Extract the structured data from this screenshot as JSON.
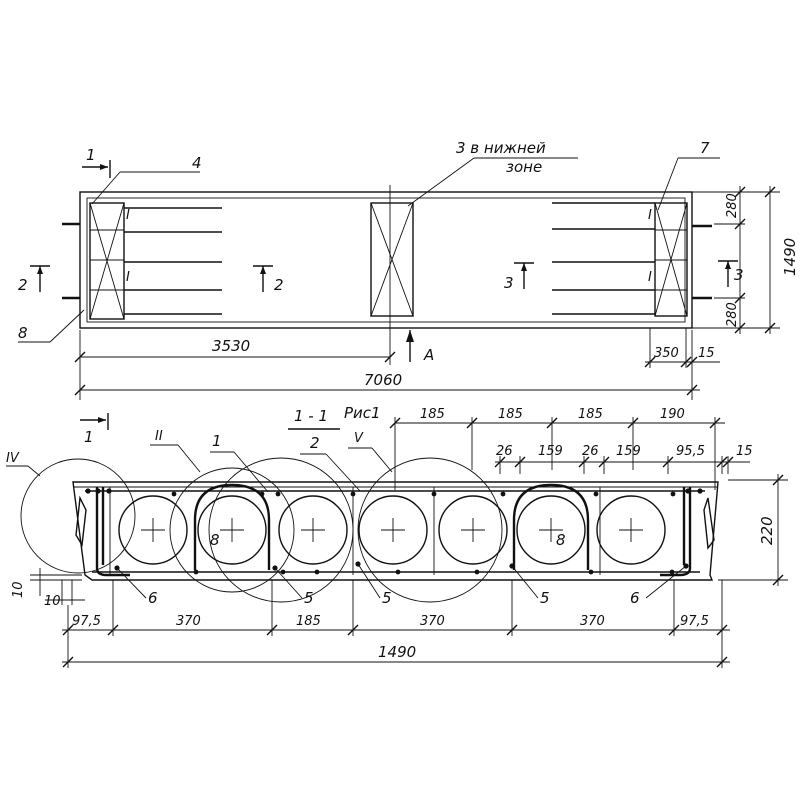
{
  "plan": {
    "note_line1": "3 в нижней",
    "note_line2": "зоне",
    "callout_4": "4",
    "callout_7": "7",
    "callout_8": "8",
    "section_1": "1",
    "section_2": "2",
    "section_3": "3",
    "view_a": "А",
    "dim_3530": "3530",
    "dim_7060": "7060",
    "dim_350": "350",
    "dim_15": "15",
    "dim_1490": "1490",
    "dim_280_top": "280",
    "dim_280_bottom": "280",
    "mark_i": "I"
  },
  "section": {
    "title": "1 - 1",
    "figure_label": "Рис1",
    "section_1": "1",
    "callout_iv": "IV",
    "callout_ii": "II",
    "callout_v": "V",
    "callout_1": "1",
    "callout_2": "2",
    "callout_5": "5",
    "callout_6": "6",
    "callout_8": "8",
    "top_dims": [
      "185",
      "185",
      "185",
      "190"
    ],
    "sub_dims": [
      "26",
      "159",
      "26",
      "159",
      "95,5",
      "15"
    ],
    "bottom_dims": [
      "97,5",
      "370",
      "185",
      "370",
      "370",
      "97,5"
    ],
    "overall": "1490",
    "height": "220",
    "dim_10_v": "10",
    "dim_10_h": "10"
  }
}
